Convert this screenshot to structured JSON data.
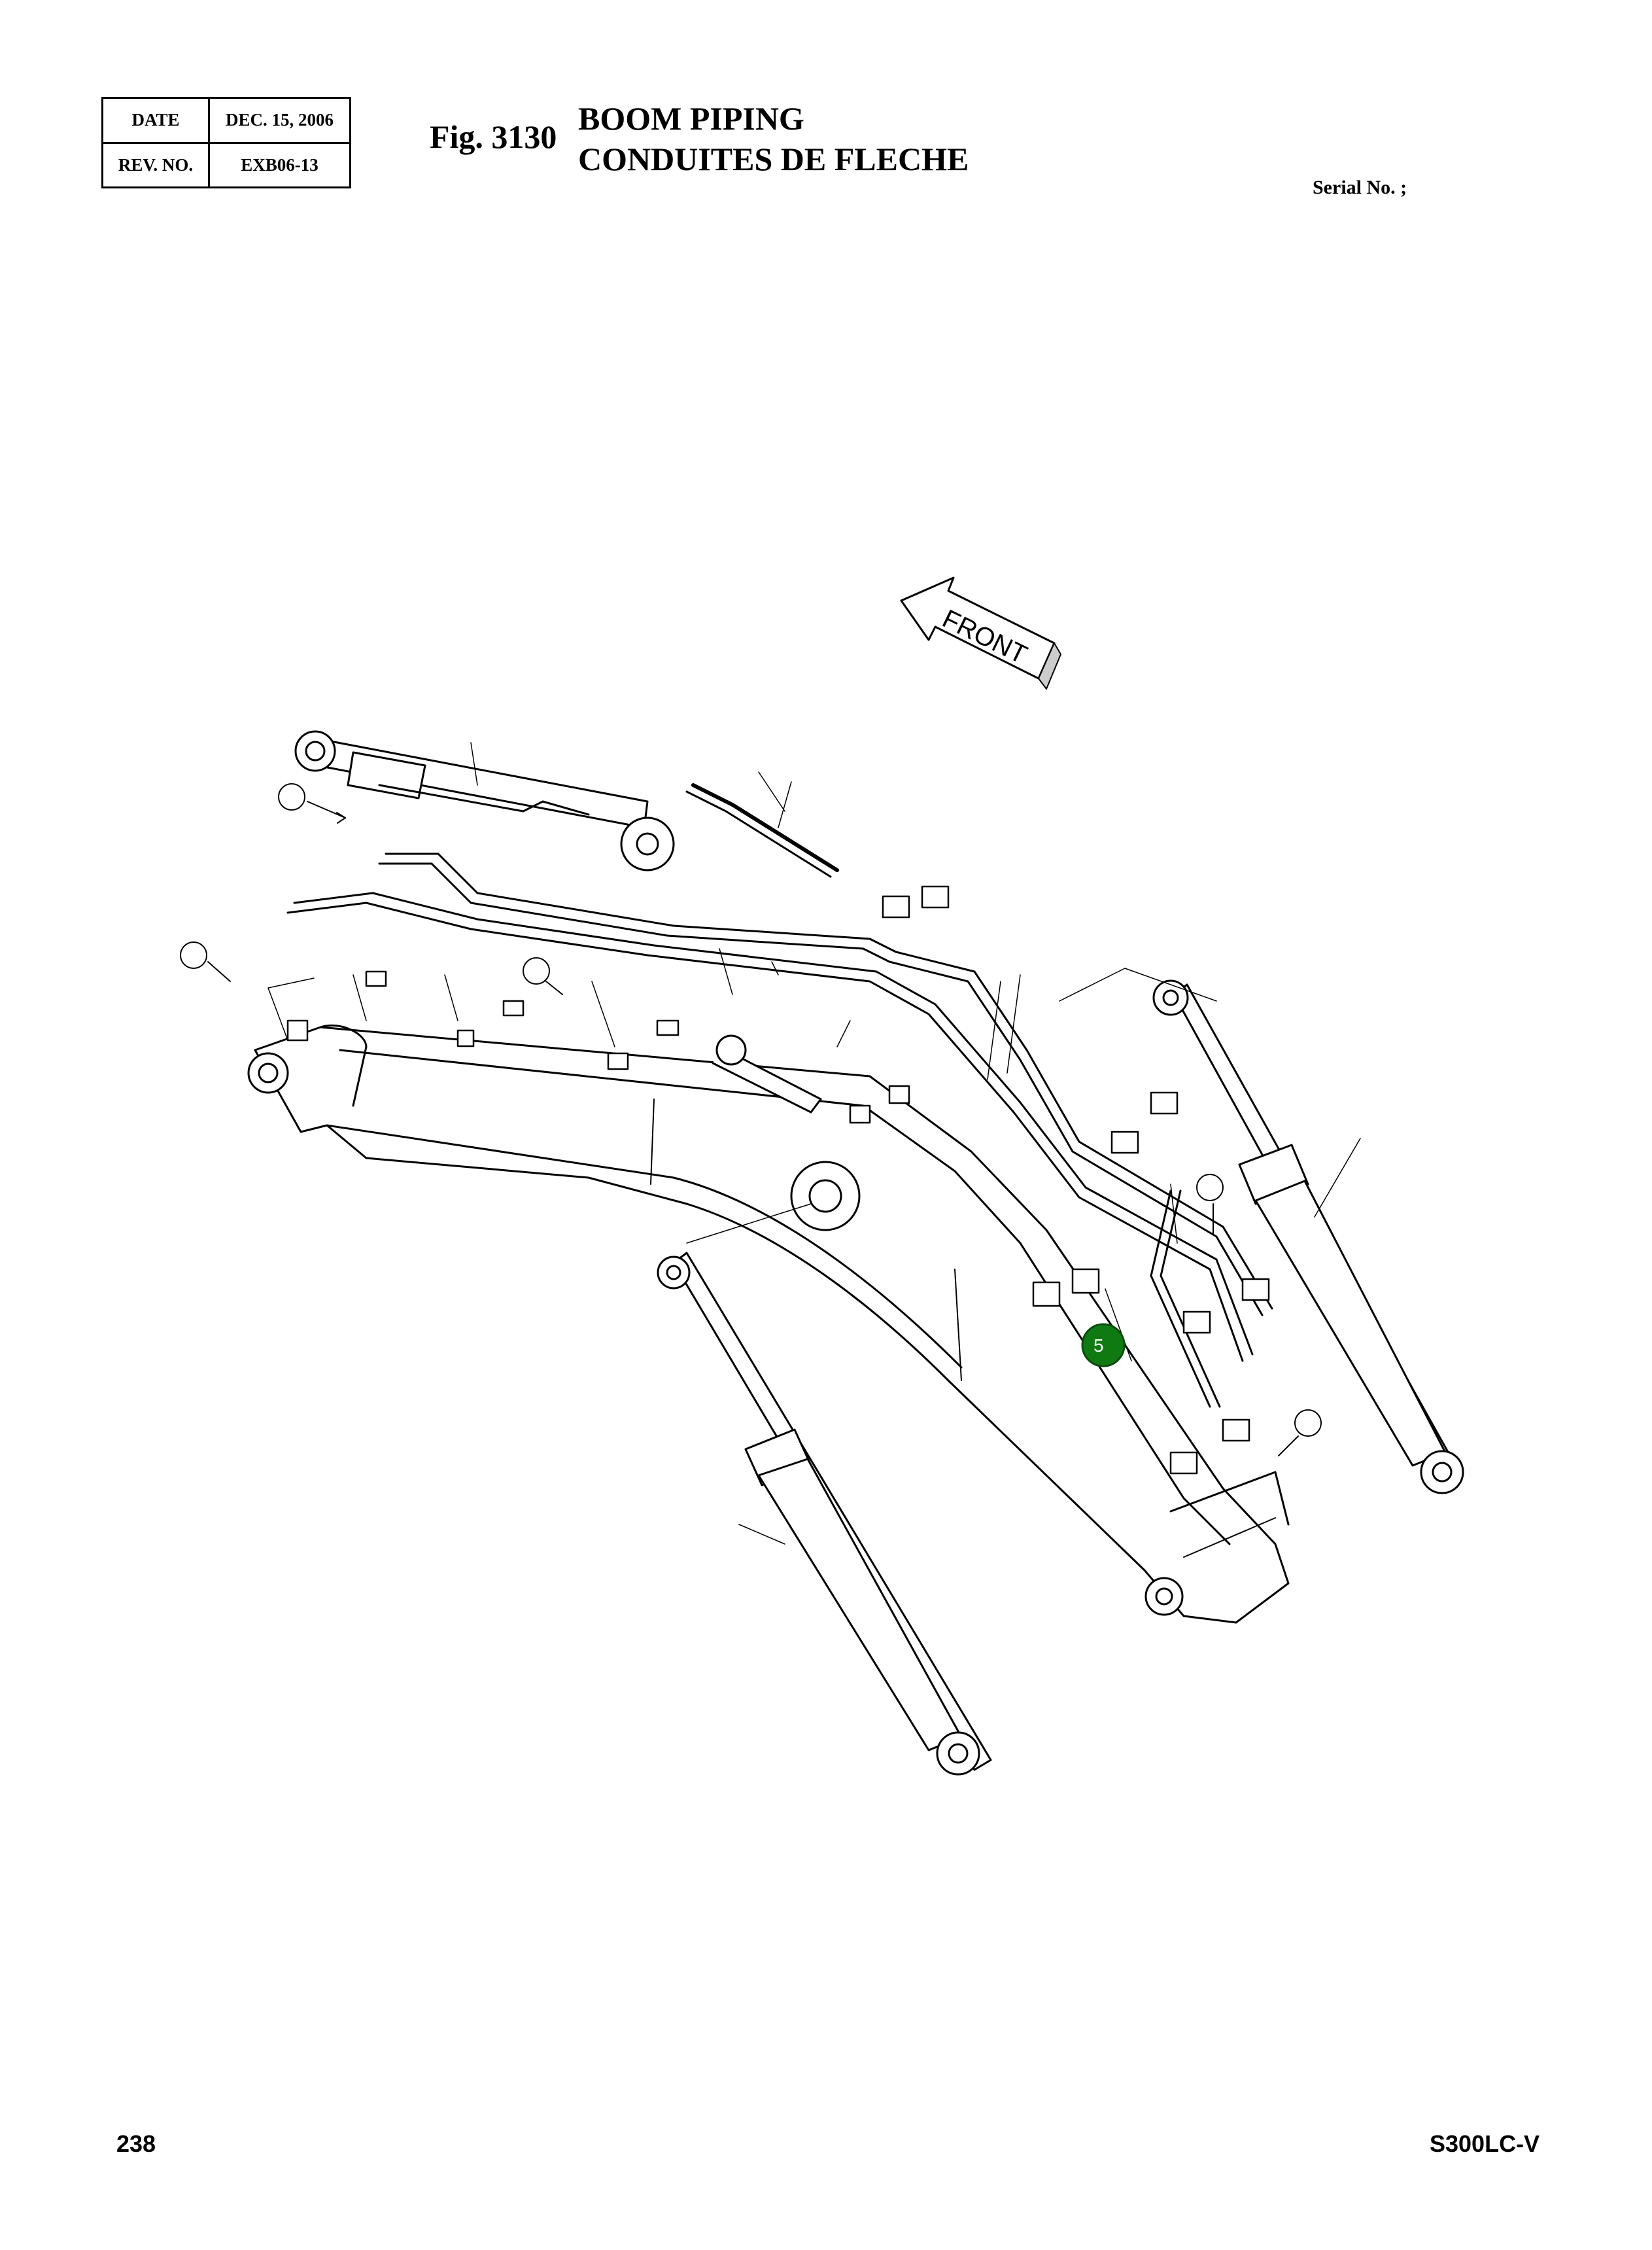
{
  "header": {
    "date_label": "DATE",
    "date_value": "DEC. 15, 2006",
    "rev_label": "REV. NO.",
    "rev_value": "EXB06-13"
  },
  "figure": {
    "number": "Fig. 3130",
    "title_en": "BOOM PIPING",
    "title_fr": "CONDUITES DE FLECHE"
  },
  "serial": "Serial No. ;",
  "direction_label": "FRONT",
  "callout": {
    "label": "5",
    "color": "#0f7a12"
  },
  "footer": {
    "page": "238",
    "model": "S300LC-V"
  }
}
